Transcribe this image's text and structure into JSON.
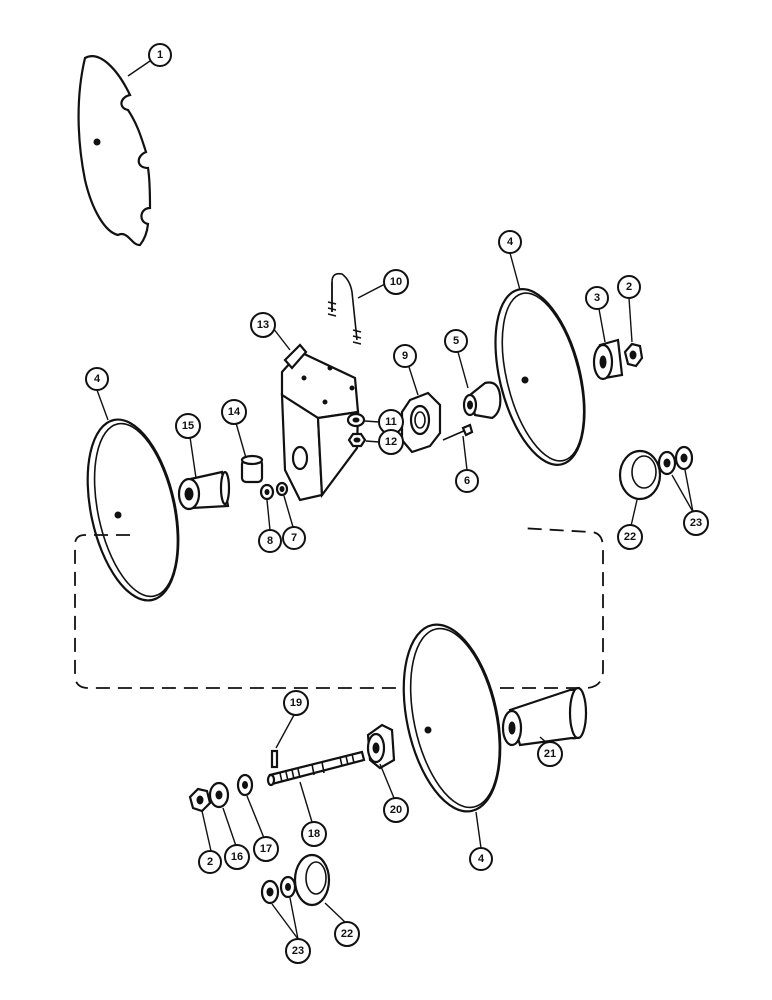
{
  "callouts": {
    "c1": "1",
    "c4a": "4",
    "c4b": "4",
    "c4c": "4",
    "c10": "10",
    "c13": "13",
    "c9": "9",
    "c5": "5",
    "c3": "3",
    "c2a": "2",
    "c2b": "2",
    "c15": "15",
    "c14": "14",
    "c11": "11",
    "c12": "12",
    "c6": "6",
    "c8": "8",
    "c7": "7",
    "c22a": "22",
    "c22b": "22",
    "c23a": "23",
    "c23b": "23",
    "c19": "19",
    "c18": "18",
    "c20": "20",
    "c21": "21",
    "c16": "16",
    "c17": "17"
  }
}
